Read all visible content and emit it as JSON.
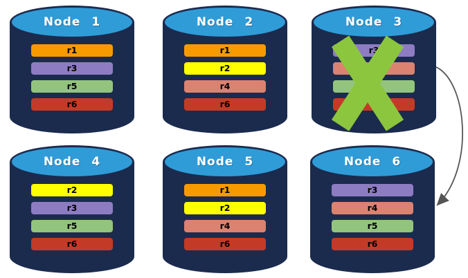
{
  "diagram": {
    "description": "Six database nodes with replica bars; Node 3 is failed (green X) with an arrow to Node 6"
  },
  "colors": {
    "background": "#FFFFFF",
    "cylinder_body": "#1B2B4E",
    "cylinder_top": "#2F9CD8",
    "node_title_text": "#FFFFFF",
    "bar_label_text": "#000000",
    "failure_x": "#8CC63E",
    "arrow": "#555555",
    "replica_r1": "#F79A00",
    "replica_r2": "#FFFF00",
    "replica_r3": "#8E7CC3",
    "replica_r4": "#DC8271",
    "replica_r5": "#93C47D",
    "replica_r6": "#C33B26"
  },
  "nodes": [
    {
      "title": "Node 1",
      "failed": false,
      "rows": [
        {
          "label": "r1",
          "color": "#F79A00"
        },
        {
          "label": "r3",
          "color": "#8E7CC3"
        },
        {
          "label": "r5",
          "color": "#93C47D"
        },
        {
          "label": "r6",
          "color": "#C33B26"
        }
      ]
    },
    {
      "title": "Node 2",
      "failed": false,
      "rows": [
        {
          "label": "r1",
          "color": "#F79A00"
        },
        {
          "label": "r2",
          "color": "#FFFF00"
        },
        {
          "label": "r4",
          "color": "#DC8271"
        },
        {
          "label": "r6",
          "color": "#C33B26"
        }
      ]
    },
    {
      "title": "Node 3",
      "failed": true,
      "rows": [
        {
          "label": "r3",
          "color": "#8E7CC3"
        },
        {
          "label": "",
          "color": "#DC8271"
        },
        {
          "label": "",
          "color": "#93C47D"
        },
        {
          "label": "",
          "color": "#C33B26"
        }
      ]
    },
    {
      "title": "Node 4",
      "failed": false,
      "rows": [
        {
          "label": "r2",
          "color": "#FFFF00"
        },
        {
          "label": "r3",
          "color": "#8E7CC3"
        },
        {
          "label": "r5",
          "color": "#93C47D"
        },
        {
          "label": "r6",
          "color": "#C33B26"
        }
      ]
    },
    {
      "title": "Node 5",
      "failed": false,
      "rows": [
        {
          "label": "r1",
          "color": "#F79A00"
        },
        {
          "label": "r2",
          "color": "#FFFF00"
        },
        {
          "label": "r4",
          "color": "#DC8271"
        },
        {
          "label": "r6",
          "color": "#C33B26"
        }
      ]
    },
    {
      "title": "Node 6",
      "failed": false,
      "rows": [
        {
          "label": "r3",
          "color": "#8E7CC3"
        },
        {
          "label": "r4",
          "color": "#DC8271"
        },
        {
          "label": "r5",
          "color": "#93C47D"
        },
        {
          "label": "r6",
          "color": "#C33B26"
        }
      ]
    }
  ],
  "arrow": {
    "from": "Node 3",
    "to": "Node 6"
  }
}
